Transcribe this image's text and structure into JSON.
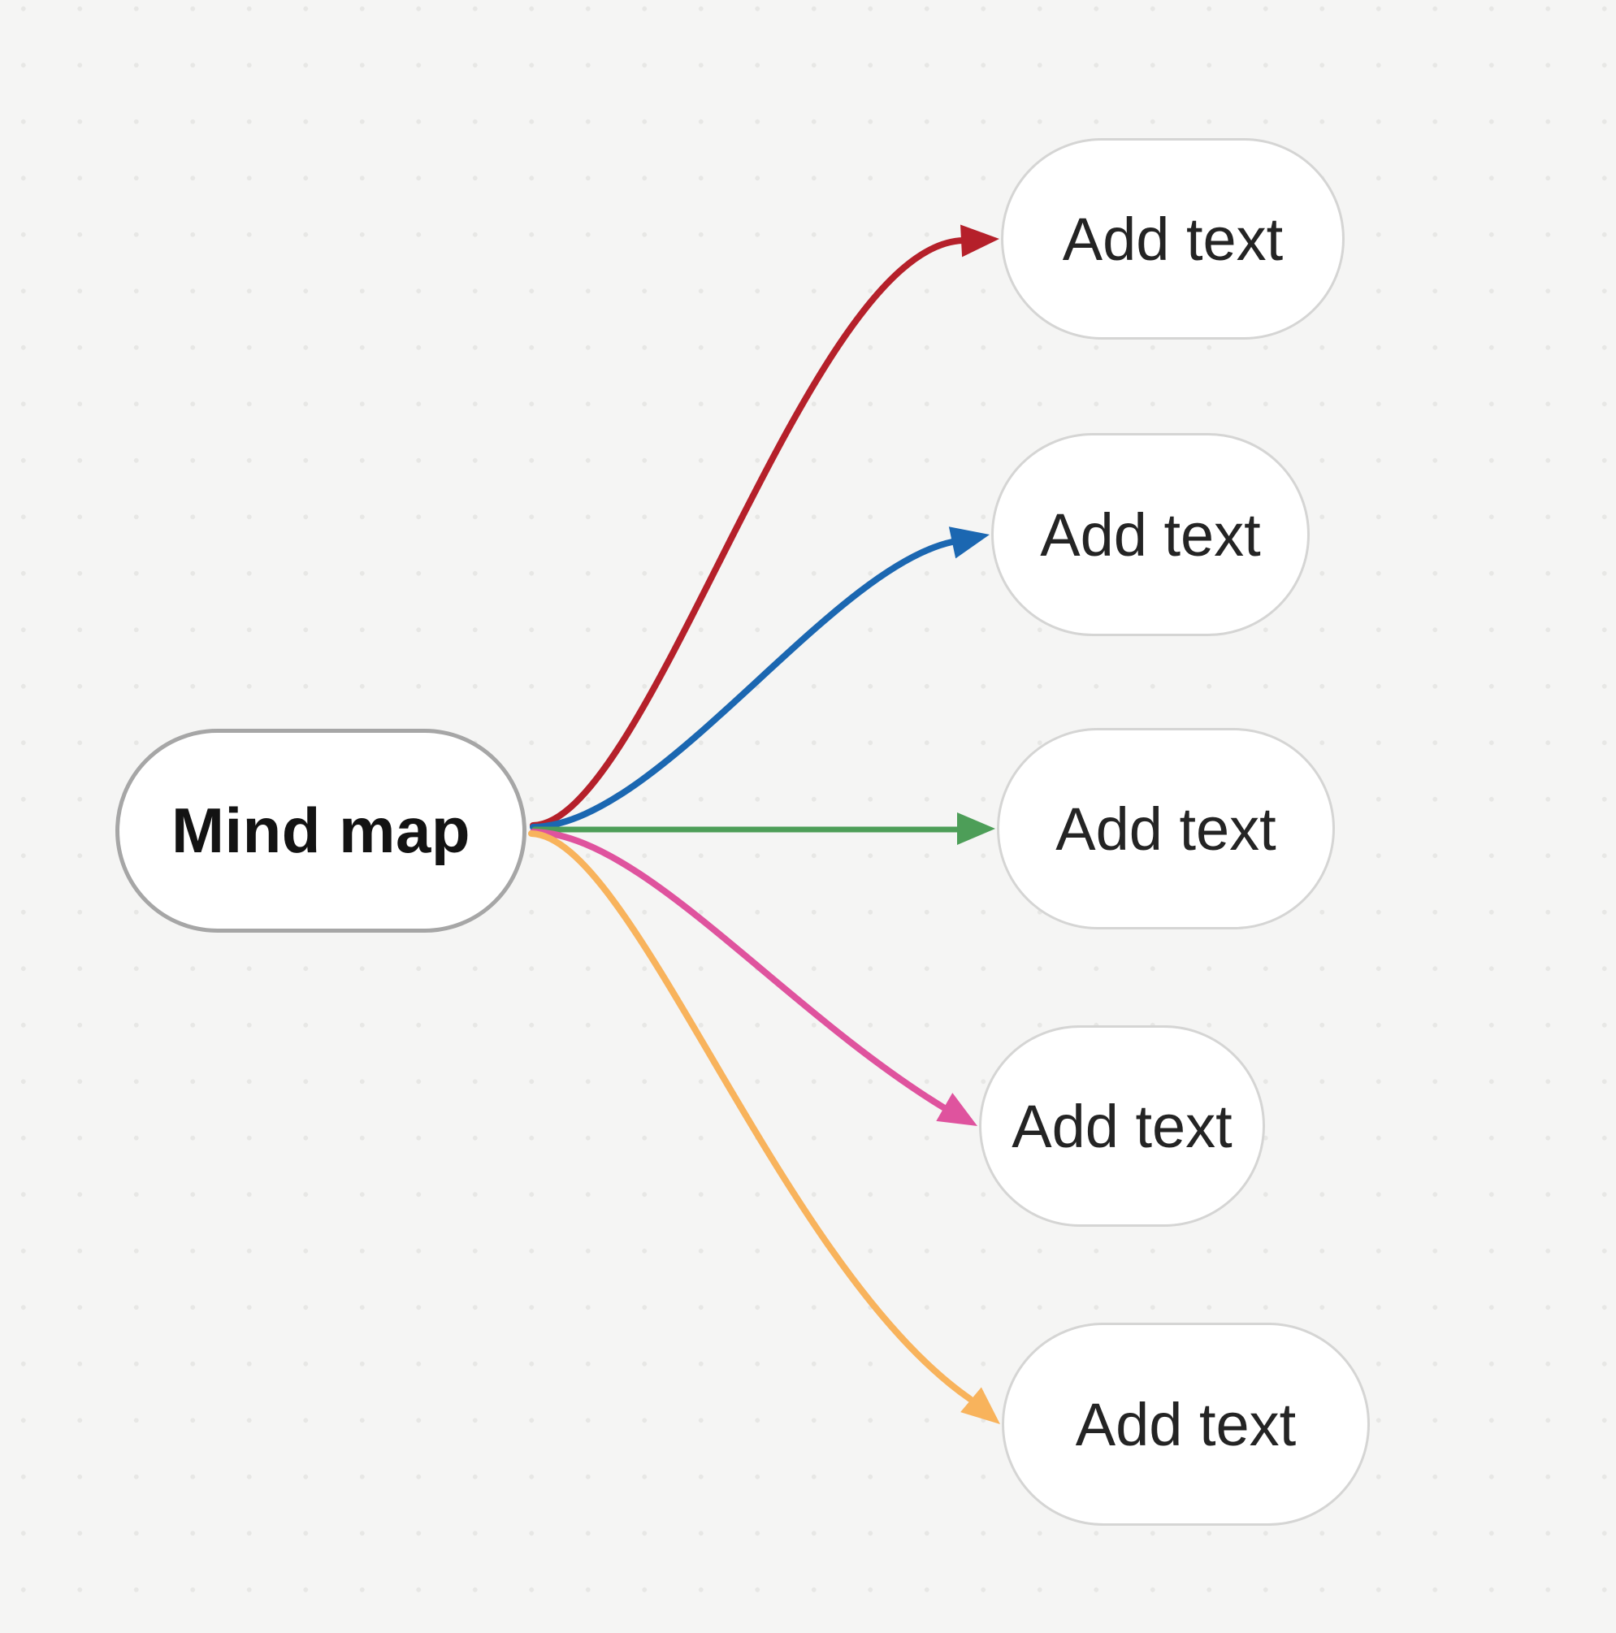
{
  "canvas": {
    "background_color": "#f5f5f4",
    "dot_color": "#e7e7e5"
  },
  "nodes": {
    "root": {
      "label": "Mind map"
    },
    "children": [
      {
        "label": "Add text"
      },
      {
        "label": "Add text"
      },
      {
        "label": "Add text"
      },
      {
        "label": "Add text"
      },
      {
        "label": "Add text"
      }
    ]
  },
  "edges": [
    {
      "id": "edge-red",
      "color": "#b5202a"
    },
    {
      "id": "edge-blue",
      "color": "#1b67b1"
    },
    {
      "id": "edge-green",
      "color": "#4d9e58"
    },
    {
      "id": "edge-pink",
      "color": "#df539e"
    },
    {
      "id": "edge-orange",
      "color": "#f8b35c"
    }
  ]
}
